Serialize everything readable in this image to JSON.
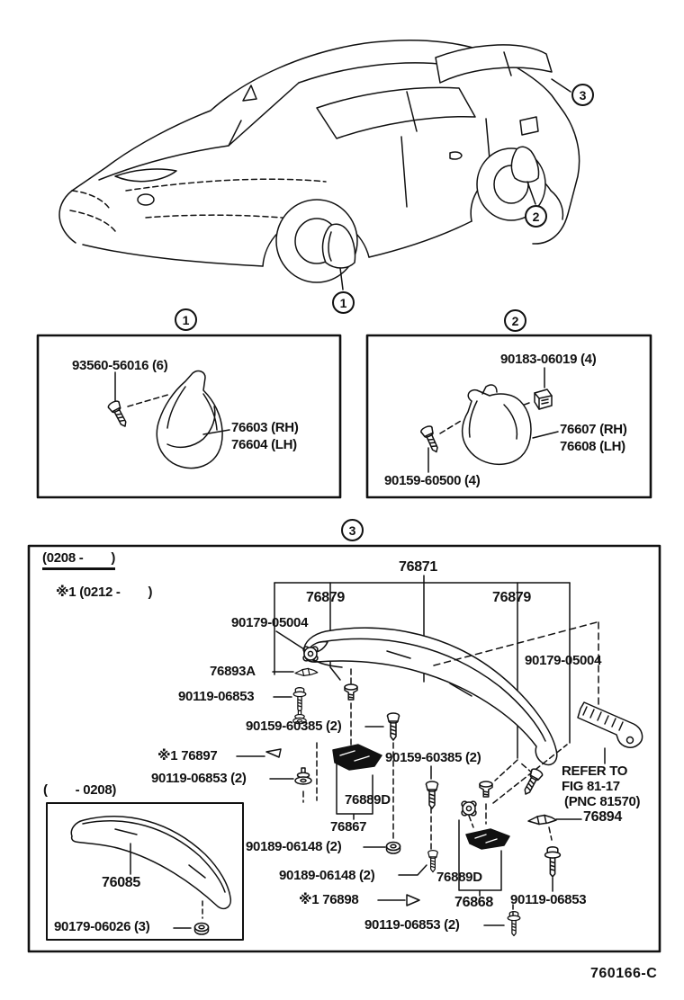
{
  "figure": {
    "code": "760166-C"
  },
  "car_section": {
    "callout_1": "1",
    "callout_2": "2",
    "callout_3": "3"
  },
  "box1": {
    "callout": "1",
    "fastener_label": "93560-56016 (6)",
    "part_rh": "76603 (RH)",
    "part_lh": "76604 (LH)"
  },
  "box2": {
    "callout": "2",
    "clip_label": "90183-06019 (4)",
    "part_rh": "76607 (RH)",
    "part_lh": "76608 (LH)",
    "screw_label": "90159-60500 (4)"
  },
  "box3": {
    "callout": "3",
    "date_note": "(0208 -        )",
    "sub_note": "※1 (0212 -        )",
    "labels": {
      "spoiler": "76871",
      "pad_left": "76879",
      "pad_right": "76879",
      "grommet_left": "90179-05004",
      "grommet_right": "90179-05004",
      "retainer": "76893A",
      "bolt_a": "90119-06853",
      "screw_left": "90159-60385 (2)",
      "protector_1": "※1 76897",
      "bolt_b": "90119-06853 (2)",
      "bracket_center": "76889D",
      "stay_center": "76867",
      "screw_b1": "90189-06148 (2)",
      "screw_b2": "90189-06148 (2)",
      "protector_2": "※1 76898",
      "screw_right": "90159-60385 (2)",
      "refer_1": "REFER TO",
      "refer_2": "FIG 81-17",
      "refer_3": "(PNC 81570)",
      "wing": "76894",
      "bracket_right": "76889D",
      "stay_right": "76868",
      "bolt_c": "90119-06853",
      "bolt_d": "90119-06853 (2)"
    },
    "inner_box": {
      "date_note": "(        - 0208)",
      "spoiler": "76085",
      "nut_label": "90179-06026 (3)"
    }
  }
}
